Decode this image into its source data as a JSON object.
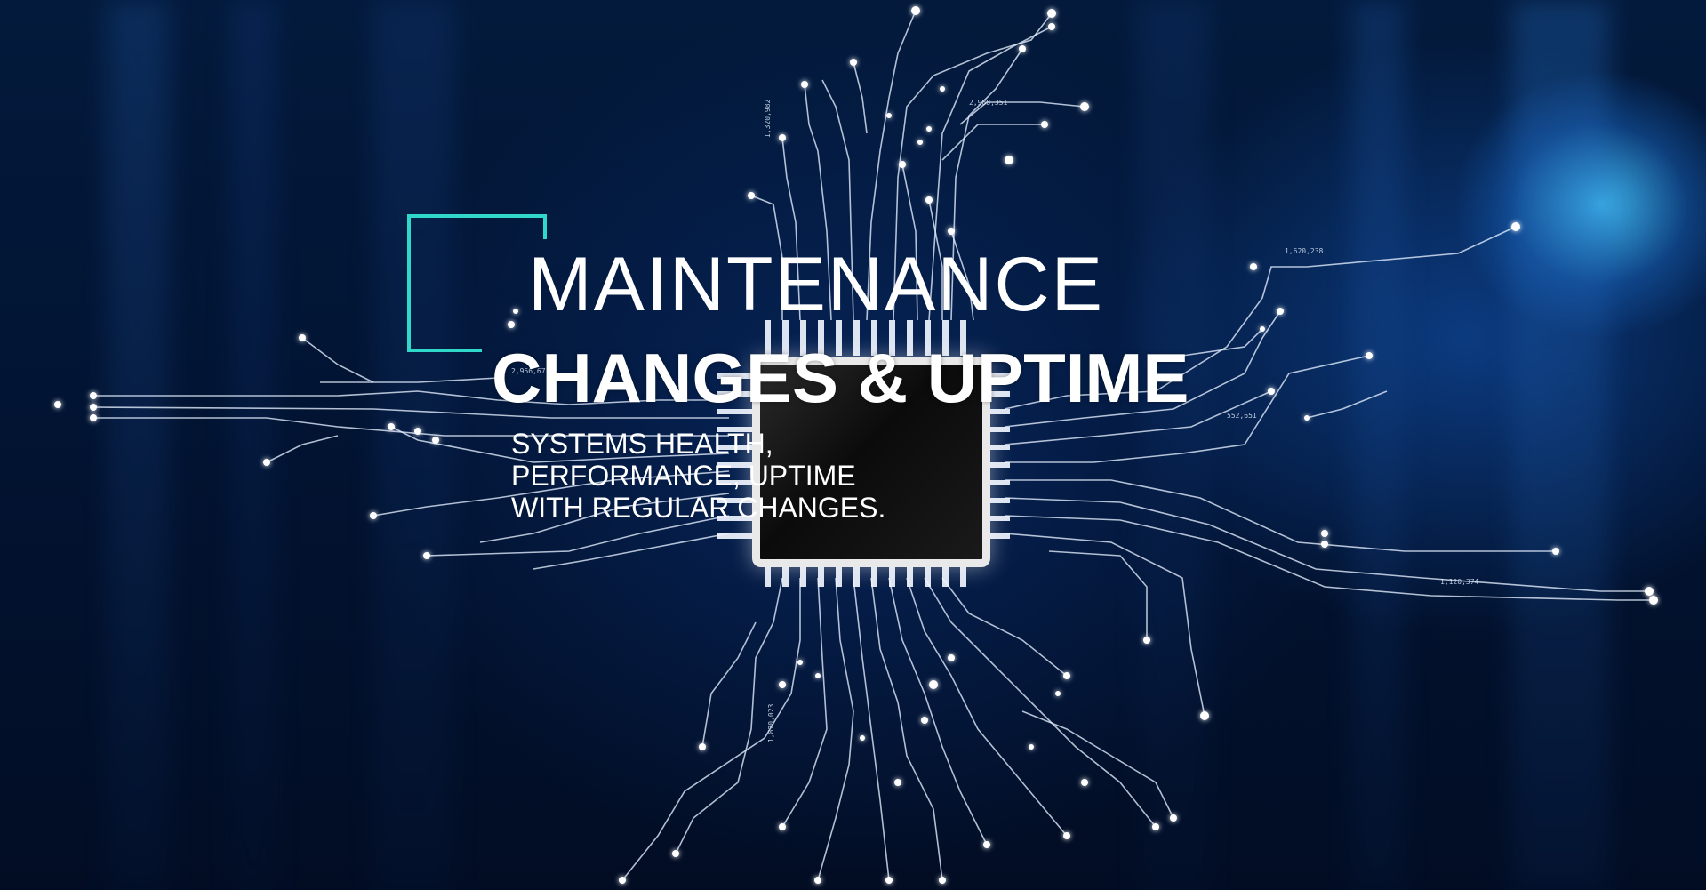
{
  "hero": {
    "title": "MAINTENANCE",
    "subtitle": "CHANGES & UPTIME",
    "tagline_lines": [
      "SYSTEMS HEALTH,",
      "PERFORMANCE, UPTIME",
      "WITH REGULAR CHANGES."
    ],
    "trace_labels": [
      "2,988,351",
      "1,620,238",
      "1,320,982",
      "2,956,671",
      "552,651",
      "1,120,374",
      "1,870,023"
    ]
  },
  "colors": {
    "background": "#031a3c",
    "accent_bracket": "#2fd8c8",
    "text": "#ffffff",
    "glow": "#46c8ff"
  },
  "icons": {
    "chip": "microchip-icon",
    "bracket": "corner-bracket-icon"
  }
}
